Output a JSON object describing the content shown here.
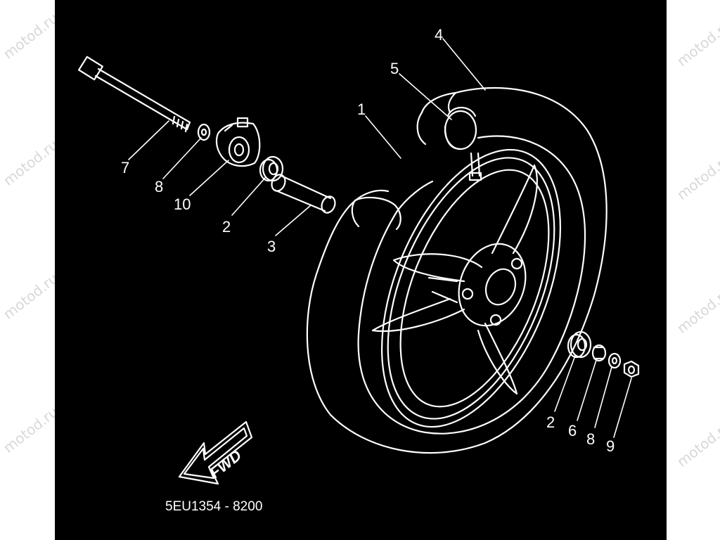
{
  "diagram": {
    "drawing_code": "5EU1354 - 8200",
    "fwd_label": "FWD",
    "watermark": "motod.ru",
    "callouts": [
      "1",
      "2",
      "2",
      "3",
      "4",
      "5",
      "6",
      "7",
      "8",
      "8",
      "9",
      "10"
    ],
    "parts": [
      "wheel-rim",
      "bearing",
      "collar",
      "tire",
      "valve",
      "cap",
      "axle-bolt",
      "washer",
      "nut",
      "meter-gear-unit"
    ]
  },
  "colors": {
    "background": "#000000",
    "lines": "#ffffff",
    "margin": "#ffffff",
    "watermark": "#d8d8d8"
  }
}
